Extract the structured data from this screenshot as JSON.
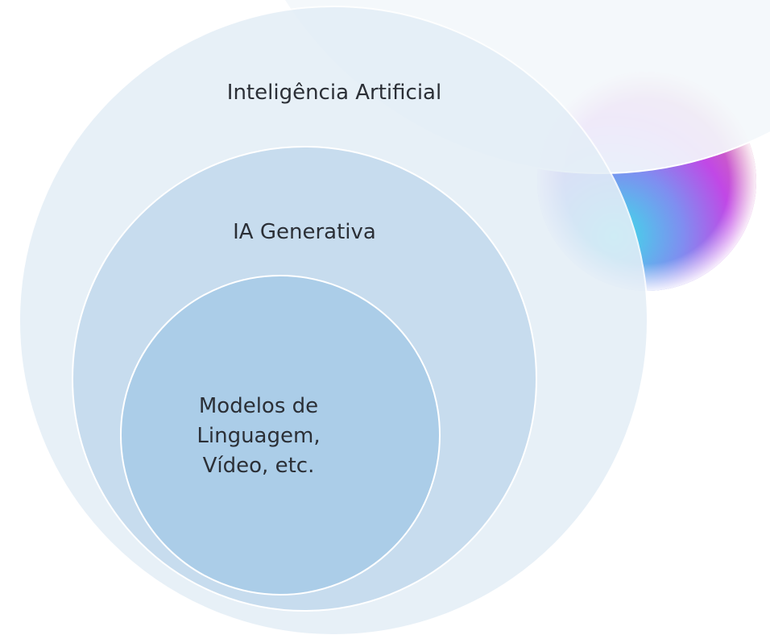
{
  "diagram": {
    "type": "nested-venn",
    "colors": {
      "outer_fill": "#e4eef7",
      "middle_fill": "#c7dcee",
      "inner_fill": "#abcde8",
      "ring_stroke": "#ffffff",
      "label_text": "#2b2f36",
      "orb_gradient": [
        "#39e1e8",
        "#8a7af0",
        "#c148e6",
        "#e07a8a"
      ]
    },
    "sets": [
      {
        "id": "outer",
        "label": "Inteligência Artificial"
      },
      {
        "id": "middle",
        "label": "IA Generativa"
      },
      {
        "id": "inner",
        "label_lines": [
          "Modelos de",
          "Linguagem,",
          "Vídeo, etc."
        ]
      }
    ]
  }
}
